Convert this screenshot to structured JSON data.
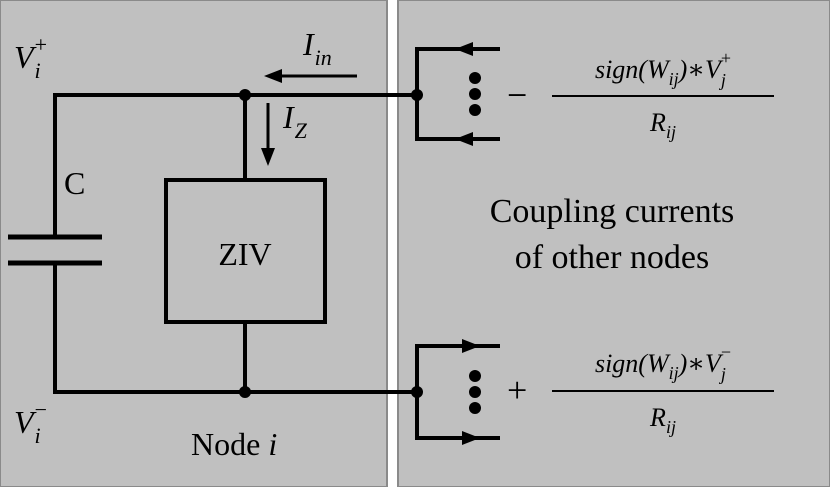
{
  "colors": {
    "panel_fill": "#c0c0c0",
    "panel_border": "#8a8a8a",
    "wire": "#000000"
  },
  "left_panel": {
    "v_plus_base": "V",
    "v_plus_sub": "i",
    "v_plus_sup": "+",
    "v_minus_base": "V",
    "v_minus_sub": "i",
    "v_minus_sup": "−",
    "capacitor_label": "C",
    "ziv_label": "ZIV",
    "i_in_base": "I",
    "i_in_sub": "in",
    "i_z_base": "I",
    "i_z_sub": "Z",
    "node_label_text": "Node ",
    "node_label_var": "i"
  },
  "right_panel": {
    "top_sign": "−",
    "bottom_sign": "+",
    "top_numerator": {
      "func": "sign(",
      "w": "W",
      "w_sub": "ij",
      "mid": ")∗",
      "v": "V",
      "v_sub": "j",
      "v_sup": "+"
    },
    "bottom_numerator": {
      "func": "sign(",
      "w": "W",
      "w_sub": "ij",
      "mid": ")∗",
      "v": "V",
      "v_sub": "j",
      "v_sup": "−"
    },
    "denominator_base": "R",
    "denominator_sub": "ij",
    "caption_line1": "Coupling currents",
    "caption_line2": "of other nodes"
  }
}
